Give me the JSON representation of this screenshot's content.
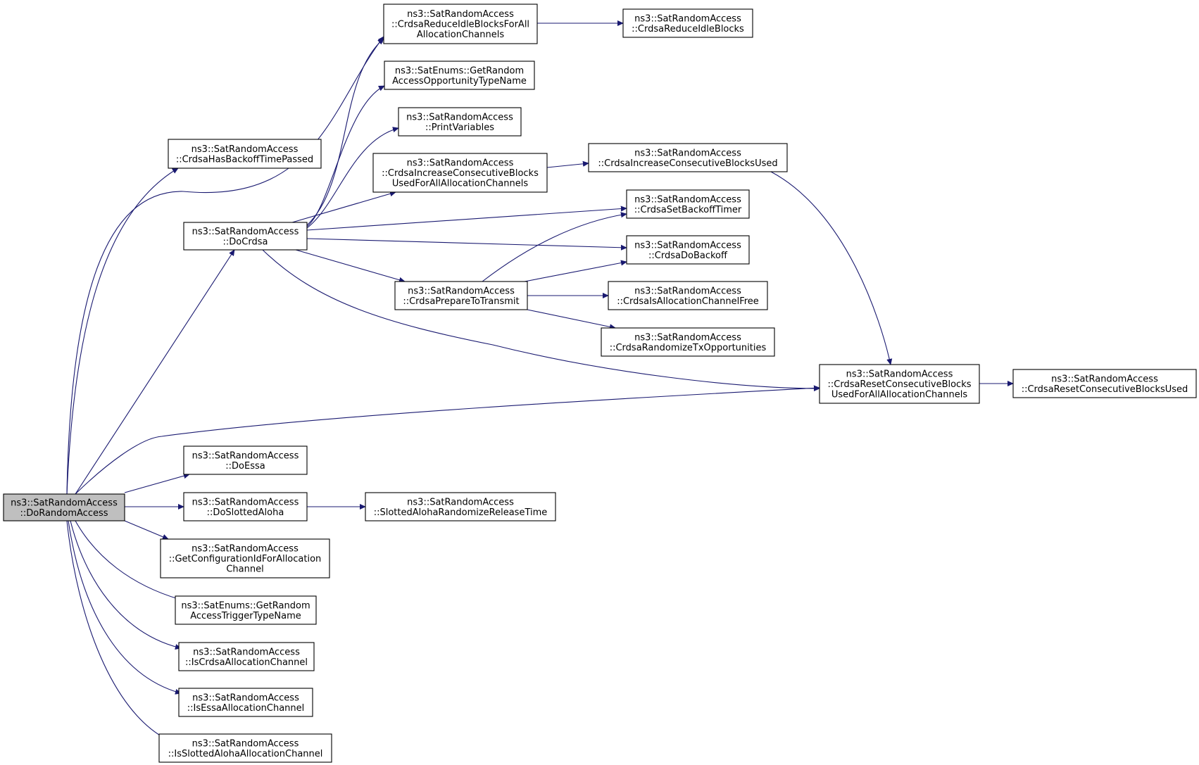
{
  "graph": {
    "edge_color": "#191970",
    "root_fill": "#bfbfbf",
    "nodes": {
      "doRandomAccess": [
        "ns3::SatRandomAccess",
        "::DoRandomAccess"
      ],
      "crdsaHasBackoff": [
        "ns3::SatRandomAccess",
        "::CrdsaHasBackoffTimePassed"
      ],
      "doCrdsa": [
        "ns3::SatRandomAccess",
        "::DoCrdsa"
      ],
      "reduceIdleAll": [
        "ns3::SatRandomAccess",
        "::CrdsaReduceIdleBlocksForAll",
        "AllocationChannels"
      ],
      "reduceIdle": [
        "ns3::SatRandomAccess",
        "::CrdsaReduceIdleBlocks"
      ],
      "getRaOppType": [
        "ns3::SatEnums::GetRandom",
        "AccessOpportunityTypeName"
      ],
      "printVars": [
        "ns3::SatRandomAccess",
        "::PrintVariables"
      ],
      "incConsecAll": [
        "ns3::SatRandomAccess",
        "::CrdsaIncreaseConsecutiveBlocks",
        "UsedForAllAllocationChannels"
      ],
      "incConsec": [
        "ns3::SatRandomAccess",
        "::CrdsaIncreaseConsecutiveBlocksUsed"
      ],
      "setBackoff": [
        "ns3::SatRandomAccess",
        "::CrdsaSetBackoffTimer"
      ],
      "doBackoff": [
        "ns3::SatRandomAccess",
        "::CrdsaDoBackoff"
      ],
      "prepTx": [
        "ns3::SatRandomAccess",
        "::CrdsaPrepareToTransmit"
      ],
      "isAllocFree": [
        "ns3::SatRandomAccess",
        "::CrdsaIsAllocationChannelFree"
      ],
      "randTxOpp": [
        "ns3::SatRandomAccess",
        "::CrdsaRandomizeTxOpportunities"
      ],
      "resetConsecAll": [
        "ns3::SatRandomAccess",
        "::CrdsaResetConsecutiveBlocks",
        "UsedForAllAllocationChannels"
      ],
      "resetConsec": [
        "ns3::SatRandomAccess",
        "::CrdsaResetConsecutiveBlocksUsed"
      ],
      "doEssa": [
        "ns3::SatRandomAccess",
        "::DoEssa"
      ],
      "doSlotted": [
        "ns3::SatRandomAccess",
        "::DoSlottedAloha"
      ],
      "slottedRelease": [
        "ns3::SatRandomAccess",
        "::SlottedAlohaRandomizeReleaseTime"
      ],
      "getConfigId": [
        "ns3::SatRandomAccess",
        "::GetConfigurationIdForAllocation",
        "Channel"
      ],
      "getRaTrigger": [
        "ns3::SatEnums::GetRandom",
        "AccessTriggerTypeName"
      ],
      "isCrdsa": [
        "ns3::SatRandomAccess",
        "::IsCrdsaAllocationChannel"
      ],
      "isEssa": [
        "ns3::SatRandomAccess",
        "::IsEssaAllocationChannel"
      ],
      "isSlotted": [
        "ns3::SatRandomAccess",
        "::IsSlottedAlohaAllocationChannel"
      ]
    }
  }
}
